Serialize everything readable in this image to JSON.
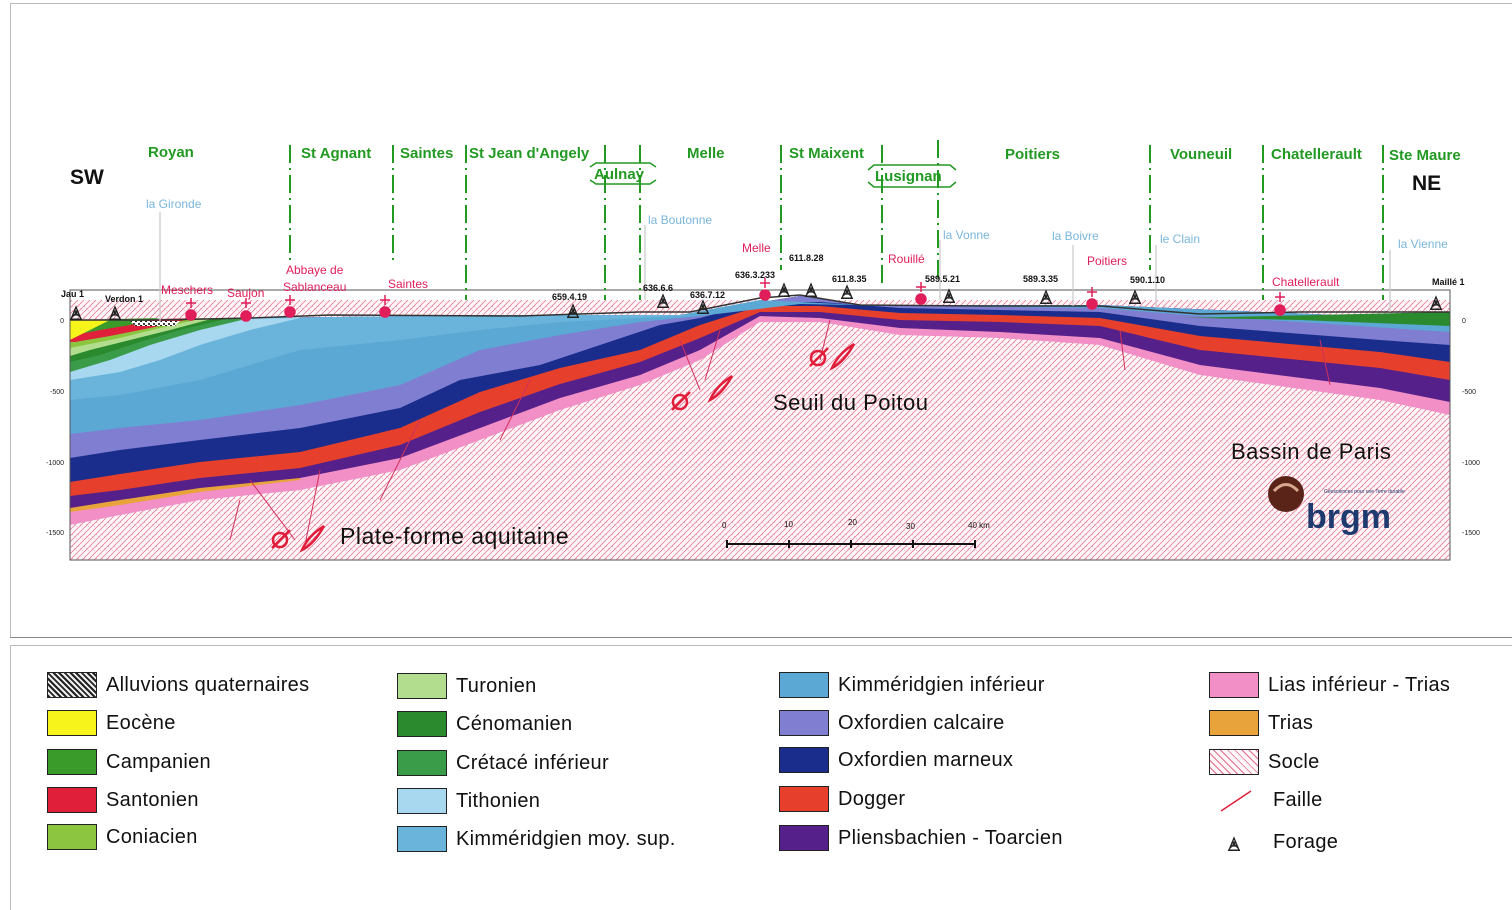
{
  "direction": {
    "left": "SW",
    "right": "NE"
  },
  "towns": [
    "Royan",
    "St Agnant",
    "Saintes",
    "St Jean d'Angely",
    "Aulnay",
    "Melle",
    "St Maixent",
    "Lusignan",
    "Poitiers",
    "Vouneuil",
    "Chatellerault",
    "Ste Maure"
  ],
  "rivers": [
    "la Gironde",
    "la Boutonne",
    "la Vonne",
    "la Boivre",
    "le Clain",
    "la Vienne"
  ],
  "sites": [
    "Meschers",
    "Saujon",
    "Abbaye de",
    "Sablanceau",
    "Saintes",
    "Melle",
    "Rouillé",
    "Poitiers",
    "Chatellerault"
  ],
  "wells": [
    "Jau 1",
    "Verdon 1",
    "659.4.19",
    "636.6.6",
    "636.7.12",
    "636.3.233",
    "611.8.28",
    "611.8.35",
    "589.5.21",
    "589.3.35",
    "590.1.10",
    "Maillé 1"
  ],
  "depth_ticks": [
    "0",
    "-500",
    "-1000",
    "-1500"
  ],
  "regions": [
    "Plate-forme  aquitaine",
    "Seuil du Poitou",
    "Bassin de Paris"
  ],
  "scale": {
    "ticks": [
      "0",
      "10",
      "20",
      "30",
      "40 km"
    ]
  },
  "logo": {
    "name": "brgm",
    "tagline": "Géosciences pour une Terre durable"
  },
  "colors": {
    "eocene": "#f7f41c",
    "campanien": "#3a9a2a",
    "santonien": "#e0203a",
    "coniacien": "#8cc640",
    "turonien": "#b2dd8e",
    "cenomanien": "#2b8a2e",
    "cretace_inf": "#3a9c48",
    "tithonien": "#a8d8f0",
    "kimm_moy_sup": "#6ab4dc",
    "kimm_inf": "#5ba8d4",
    "oxf_calcaire": "#7f7ed0",
    "oxf_marneux": "#1a2d8c",
    "dogger": "#e6402c",
    "pliens": "#55208a",
    "lias_inf": "#f18fc6",
    "trias": "#e8a43a",
    "socle_line": "#e63a6a",
    "town": "#229922",
    "river": "#7ab6dc",
    "site": "#e01e5a"
  },
  "legend": [
    [
      {
        "label": "Alluvions quaternaires",
        "key": "alluvions"
      },
      {
        "label": "Eocène",
        "key": "eocene"
      },
      {
        "label": "Campanien",
        "key": "campanien"
      },
      {
        "label": "Santonien",
        "key": "santonien"
      },
      {
        "label": "Coniacien",
        "key": "coniacien"
      }
    ],
    [
      {
        "label": "Turonien",
        "key": "turonien"
      },
      {
        "label": "Cénomanien",
        "key": "cenomanien"
      },
      {
        "label": "Crétacé inférieur",
        "key": "cretace_inf"
      },
      {
        "label": "Tithonien",
        "key": "tithonien"
      },
      {
        "label": "Kimméridgien moy. sup.",
        "key": "kimm_moy_sup"
      }
    ],
    [
      {
        "label": "Kimméridgien inférieur",
        "key": "kimm_inf"
      },
      {
        "label": "Oxfordien calcaire",
        "key": "oxf_calcaire"
      },
      {
        "label": "Oxfordien marneux",
        "key": "oxf_marneux"
      },
      {
        "label": "Dogger",
        "key": "dogger"
      },
      {
        "label": "Pliensbachien - Toarcien",
        "key": "pliens"
      }
    ],
    [
      {
        "label": "Lias inférieur - Trias",
        "key": "lias_inf"
      },
      {
        "label": "Trias",
        "key": "trias"
      },
      {
        "label": "Socle",
        "key": "socle"
      },
      {
        "label": "Faille",
        "key": "faille"
      },
      {
        "label": "Forage",
        "key": "forage"
      }
    ]
  ]
}
